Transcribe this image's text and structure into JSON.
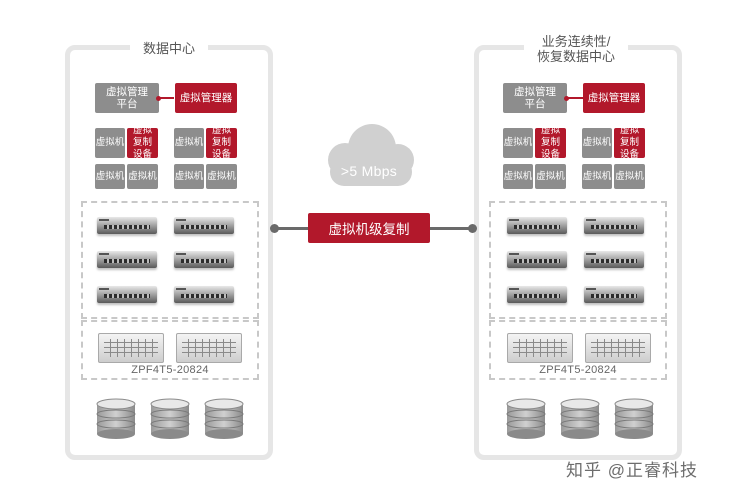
{
  "left_dc": {
    "title": "数据中心",
    "mgmt_platform": "虚拟管理平台",
    "vm_manager": "虚拟管理器",
    "vm": "虚拟机",
    "replication_device": "虚拟复制设备",
    "model": "ZPF4T5-20824"
  },
  "right_dc": {
    "title_line1": "业务连续性/",
    "title_line2": "恢复数据中心",
    "mgmt_platform": "虚拟管理平台",
    "vm_manager": "虚拟管理器",
    "vm": "虚拟机",
    "replication_device": "虚拟复制设备",
    "model": "ZPF4T5-20824"
  },
  "cloud": {
    "label": ">5 Mbps"
  },
  "replication": {
    "label": "虚拟机级复制"
  },
  "watermark": {
    "text": "知乎 @正睿科技"
  },
  "colors": {
    "accent_red": "#b2182b",
    "box_gray": "#8d8d8d",
    "frame_gray": "#e6e6e6"
  }
}
